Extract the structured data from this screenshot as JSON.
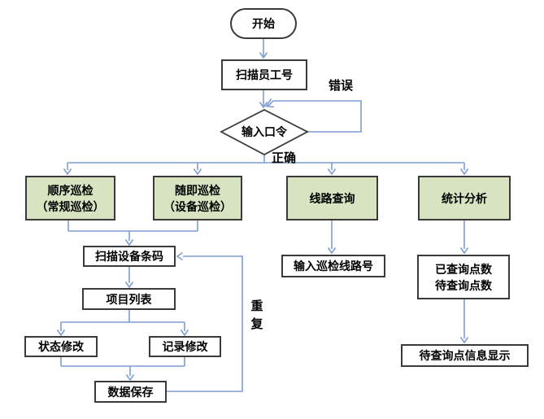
{
  "colors": {
    "connector_blue": "#7d9dd3",
    "box_border": "#3a3a3a",
    "branch_box_fill": "#d7e3c1",
    "process_box_fill": "#ffffff",
    "background": "#ffffff",
    "text": "#000000"
  },
  "nodes": {
    "start": {
      "label": "开始"
    },
    "scan_employee_id": {
      "label": "扫描员工号"
    },
    "enter_password": {
      "label": "输入口令"
    },
    "sequential_inspection": {
      "label": "顺序巡检\n（常规巡检）"
    },
    "random_inspection": {
      "label": "随即巡检\n（设备巡检）"
    },
    "line_query": {
      "label": "线路查询"
    },
    "statistical_analysis": {
      "label": "统计分析"
    },
    "scan_device_barcode": {
      "label": "扫描设备条码"
    },
    "item_list": {
      "label": "项目列表"
    },
    "status_modify": {
      "label": "状态修改"
    },
    "record_modify": {
      "label": "记录修改"
    },
    "data_save": {
      "label": "数据保存"
    },
    "enter_inspection_line_number": {
      "label": "输入巡检线路号"
    },
    "query_point_counts": {
      "label": "已查询点数\n待查询点数"
    },
    "pending_point_info_display": {
      "label": "待查询点信息显示"
    }
  },
  "edge_labels": {
    "error": "错误",
    "correct": "正确",
    "repeat": "重复"
  }
}
